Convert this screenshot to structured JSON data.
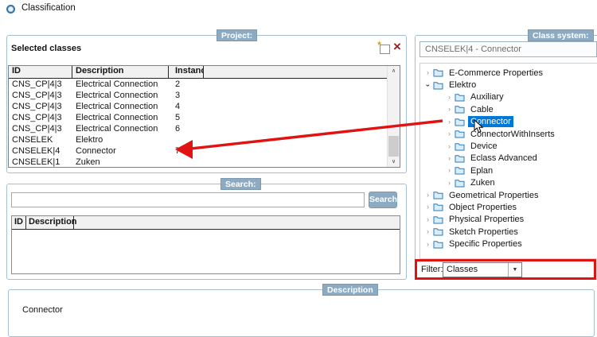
{
  "window": {
    "title": "Classification"
  },
  "project": {
    "group_label": "Project:",
    "panel_title": "Selected classes",
    "table": {
      "columns": [
        "ID",
        "Description",
        "Instance"
      ],
      "rows": [
        {
          "id": "CNS_CP|4|3",
          "description": "Electrical Connection",
          "instance": "2"
        },
        {
          "id": "CNS_CP|4|3",
          "description": "Electrical Connection",
          "instance": "3"
        },
        {
          "id": "CNS_CP|4|3",
          "description": "Electrical Connection",
          "instance": "4"
        },
        {
          "id": "CNS_CP|4|3",
          "description": "Electrical Connection",
          "instance": "5"
        },
        {
          "id": "CNS_CP|4|3",
          "description": "Electrical Connection",
          "instance": "6"
        },
        {
          "id": "CNSELEK",
          "description": "Elektro",
          "instance": ""
        },
        {
          "id": "CNSELEK|4",
          "description": "Connector",
          "instance": "7"
        },
        {
          "id": "CNSELEK|1",
          "description": "Zuken",
          "instance": ""
        }
      ]
    }
  },
  "search": {
    "group_label": "Search:",
    "input_value": "",
    "button_label": "Search",
    "results_table": {
      "columns": [
        "ID",
        "Description"
      ],
      "rows": []
    }
  },
  "class_system": {
    "group_label": "Class system:",
    "selected_class_field": "CNSELEK|4 - Connector",
    "tree": [
      {
        "label": "E-Commerce Properties"
      },
      {
        "label": "Elektro"
      },
      {
        "label": "Auxiliary"
      },
      {
        "label": "Cable"
      },
      {
        "label": "Connector"
      },
      {
        "label": "ConnectorWithInserts"
      },
      {
        "label": "Device"
      },
      {
        "label": "Eclass Advanced"
      },
      {
        "label": "Eplan"
      },
      {
        "label": "Zuken"
      },
      {
        "label": "Geometrical Properties"
      },
      {
        "label": "Object Properties"
      },
      {
        "label": "Physical Properties"
      },
      {
        "label": "Sketch Properties"
      },
      {
        "label": "Specific Properties"
      }
    ],
    "filter": {
      "label": "Filter:",
      "selected_option": "Classes"
    }
  },
  "description": {
    "group_label": "Description",
    "text": "Connector"
  },
  "icons": {
    "chevron_collapsed": "›",
    "chevron_expanded": "›",
    "dropdown_arrow": "▼",
    "delete_x": "×",
    "new_sparkle": "★",
    "scroll_up": "∧",
    "scroll_down": "∨"
  },
  "colors": {
    "badge_accent": "#8cabc3",
    "selection_blue": "#0078d7",
    "annotation_red": "#e01212"
  }
}
